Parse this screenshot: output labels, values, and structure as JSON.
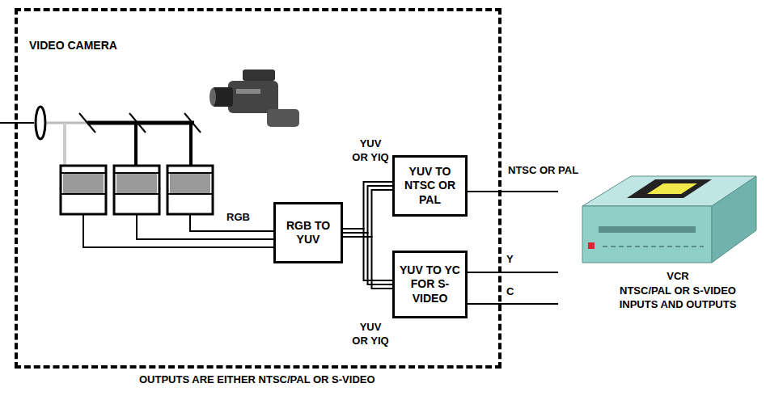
{
  "diagram": {
    "caption": "OUTPUTS ARE EITHER NTSC/PAL OR S-VIDEO",
    "nodes": [
      {
        "text": [
          "VIDEO CAMERA"
        ]
      },
      {
        "text": [
          "RGB TO YUV"
        ],
        "in": 0
      },
      {
        "text": [
          "YUV TO NTSC OR PAL"
        ],
        "in": 0
      },
      {
        "text": [
          "YUV TO YC FOR S-VIDEO"
        ],
        "in": 0
      }
    ],
    "edges": [
      {
        "from": 1,
        "to": 2,
        "arrow": "none"
      },
      {
        "from": 1,
        "to": 3,
        "arrow": "none"
      }
    ],
    "labels": [
      "RGB",
      "YUV OR YIQ",
      "YUV OR YIQ",
      "NTSC OR PAL",
      "Y",
      "C",
      "VCR",
      "NTSC/PAL OR S-VIDEO INPUTS AND OUTPUTS"
    ]
  }
}
